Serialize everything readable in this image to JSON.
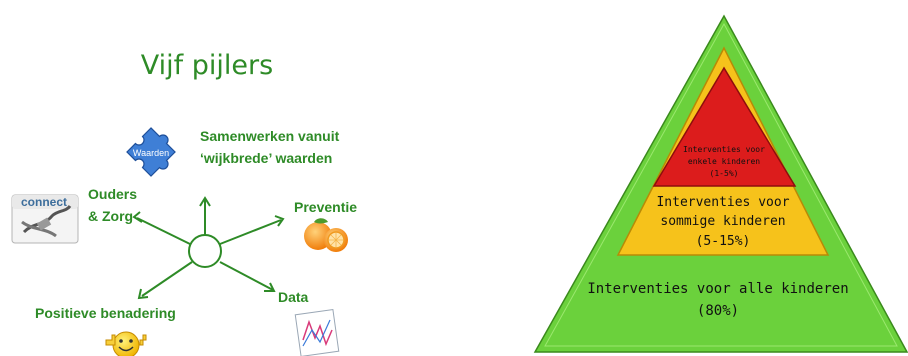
{
  "left_panel": {
    "title": "Vijf pijlers",
    "pillars": {
      "waarden": {
        "icon_label": "Waarden",
        "line1": "Samenwerken vanuit",
        "line2": "‘wijkbrede’ waarden",
        "icon": "puzzle-piece-icon"
      },
      "ouders": {
        "line1": "Ouders",
        "line2": "& Zorg",
        "icon_label": "connect",
        "icon": "connect-plug-icon"
      },
      "preventie": {
        "label": "Preventie",
        "icon": "orange-fruit-icon"
      },
      "data": {
        "label": "Data",
        "icon": "line-chart-paper-icon"
      },
      "positieve": {
        "label": "Positieve benadering",
        "icon": "smiley-thumbs-up-icon"
      }
    }
  },
  "pyramid": {
    "colors": {
      "outer": "#6bd13c",
      "middle": "#f6c21b",
      "top": "#dc1c1c",
      "edge": "#3a8a1c"
    },
    "top_tier": {
      "line1": "Interventies voor",
      "line2": "enkele kinderen",
      "line3": "(1-5%)"
    },
    "middle_tier": {
      "line1": "Interventies voor",
      "line2": "sommige kinderen",
      "line3": "(5-15%)"
    },
    "bottom_tier": {
      "line1": "Interventies voor alle kinderen",
      "line2": "(80%)"
    }
  }
}
